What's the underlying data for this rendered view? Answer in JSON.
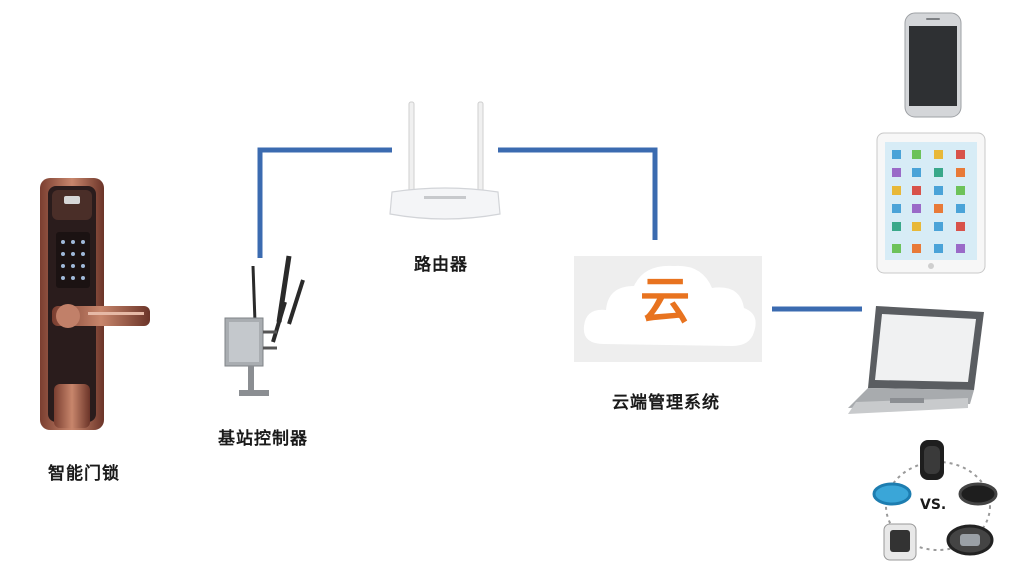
{
  "nodes": {
    "smart_lock": {
      "label": "智能门锁",
      "icon": "smart-lock-icon"
    },
    "base_station": {
      "label": "基站控制器",
      "icon": "base-station-icon"
    },
    "router": {
      "label": "路由器",
      "icon": "router-icon"
    },
    "cloud": {
      "label": "云端管理系统",
      "icon": "cloud-icon",
      "glyph": "云"
    },
    "phone": {
      "icon": "smartphone-icon"
    },
    "tablet": {
      "icon": "tablet-icon"
    },
    "laptop": {
      "icon": "laptop-icon"
    },
    "wearables": {
      "icon": "wearables-icon",
      "text": "VS."
    }
  },
  "colors": {
    "connector": "#3b6bb0",
    "cloud_glyph": "#e8731f",
    "lock_body": "#2a1c1c",
    "lock_copper": "#b0705a"
  }
}
